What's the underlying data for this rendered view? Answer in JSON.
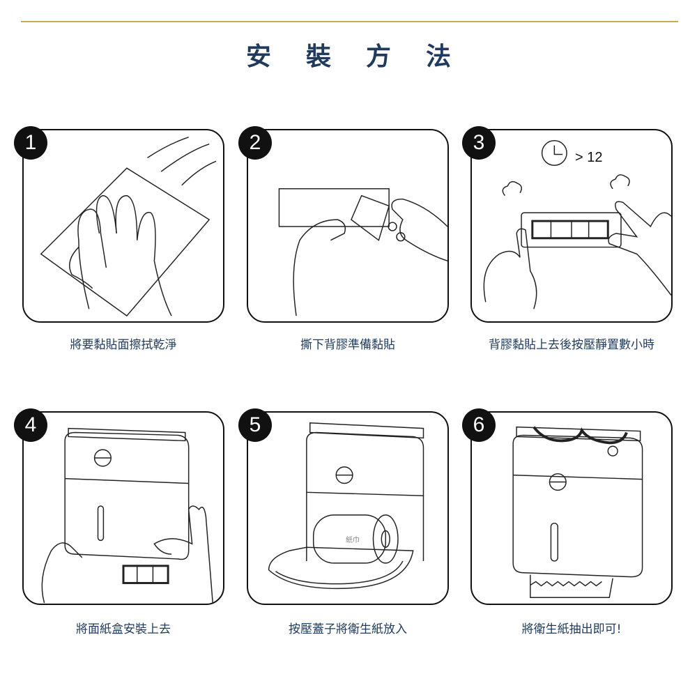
{
  "title": "安裝方法",
  "steps": [
    {
      "number": "1",
      "caption": "將要黏貼面擦拭乾淨"
    },
    {
      "number": "2",
      "caption": "撕下背膠準備黏貼"
    },
    {
      "number": "3",
      "caption": "背膠黏貼上去後按壓靜置數小時",
      "timer_text": "> 12"
    },
    {
      "number": "4",
      "caption": "將面紙盒安裝上去"
    },
    {
      "number": "5",
      "caption": "按壓蓋子將衛生紙放入",
      "roll_label": "紙巾"
    },
    {
      "number": "6",
      "caption": "將衛生紙抽出即可!"
    }
  ],
  "colors": {
    "accent_line": "#c9aa4c",
    "text": "#1f3a5c"
  }
}
